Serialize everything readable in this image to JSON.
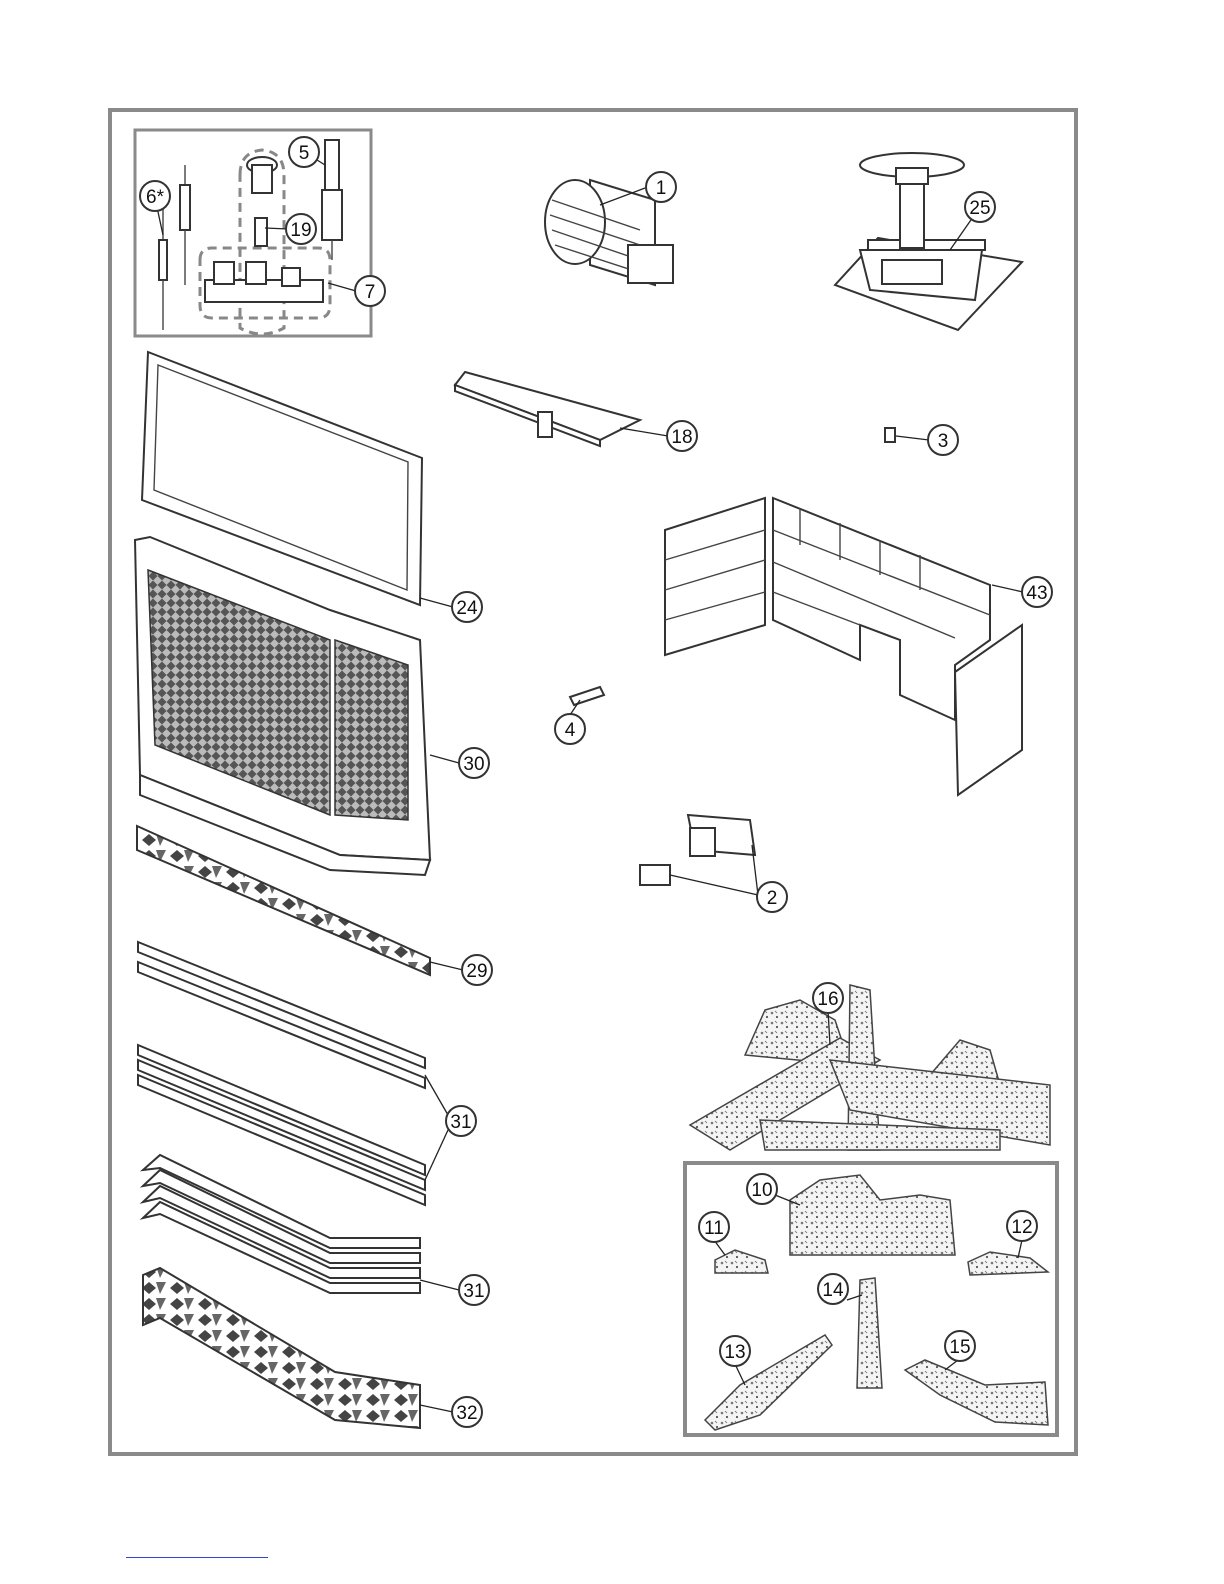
{
  "callouts": {
    "c1": "1",
    "c2": "2",
    "c3": "3",
    "c4": "4",
    "c5": "5",
    "c6": "6*",
    "c7": "7",
    "c10": "10",
    "c11": "11",
    "c12": "12",
    "c13": "13",
    "c14": "14",
    "c15": "15",
    "c16": "16",
    "c18": "18",
    "c19": "19",
    "c24": "24",
    "c25": "25",
    "c29": "29",
    "c30": "30",
    "c31a": "31",
    "c31b": "31",
    "c32": "32",
    "c43": "43"
  },
  "colors": {
    "frame": "#8a8a8a",
    "stroke": "#333333",
    "log_texture": "#6b6b6b"
  }
}
